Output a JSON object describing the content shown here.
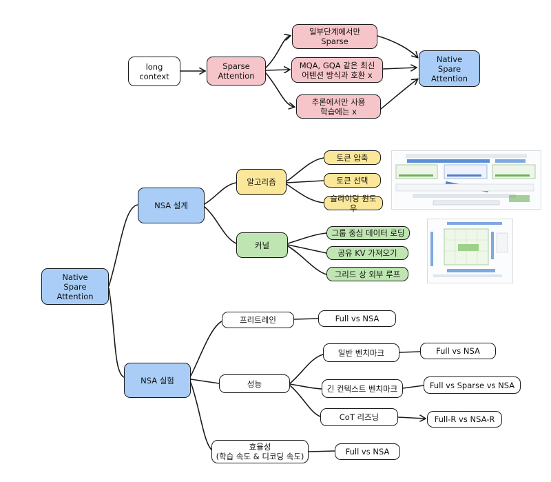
{
  "top": {
    "long_context": "long\ncontext",
    "sparse_attention": "Sparse\nAttention",
    "branch_partial": "일부단계에서만\nSparse",
    "branch_compat": "MQA, GQA 같은 최신\n어텐션 방식과 호환 x",
    "branch_inference": "추론에서만 사용\n학습에는 x",
    "native_sparse": "Native\nSpare\nAttention"
  },
  "tree": {
    "root": "Native\nSpare\nAttention",
    "design": {
      "label": "NSA 설계",
      "algorithm": {
        "label": "알고리즘",
        "items": [
          "토큰 압축",
          "토큰 선택",
          "슬라이딩 윈도우"
        ]
      },
      "kernel": {
        "label": "커널",
        "items": [
          "그룹 중심 데이터 로딩",
          "공유 KV 가져오기",
          "그리드 상 외부 루프"
        ]
      }
    },
    "experiment": {
      "label": "NSA 실험",
      "pretrain": {
        "label": "프리트레인",
        "result": "Full vs NSA"
      },
      "performance": {
        "label": "성능",
        "general": {
          "label": "일반 벤치마크",
          "result": "Full vs NSA"
        },
        "long_ctx": {
          "label": "긴 컨텍스트 벤치마크",
          "result": "Full vs Sparse vs NSA"
        },
        "cot": {
          "label": "CoT 리즈닝",
          "result": "Full-R vs NSA-R"
        }
      },
      "efficiency": {
        "label": "효율성\n(학습 속도 & 디코딩 속도)",
        "result": "Full vs NSA"
      }
    }
  },
  "colors": {
    "white": "#ffffff",
    "pink": "#f6c5c9",
    "blue": "#a9cdf6",
    "yellow": "#fbe79a",
    "green": "#bfe6b2",
    "stroke": "#1a1a1a"
  },
  "figures": {
    "algorithm_figure": "algorithm-architecture-thumbnail",
    "kernel_figure": "kernel-grid-thumbnail"
  }
}
